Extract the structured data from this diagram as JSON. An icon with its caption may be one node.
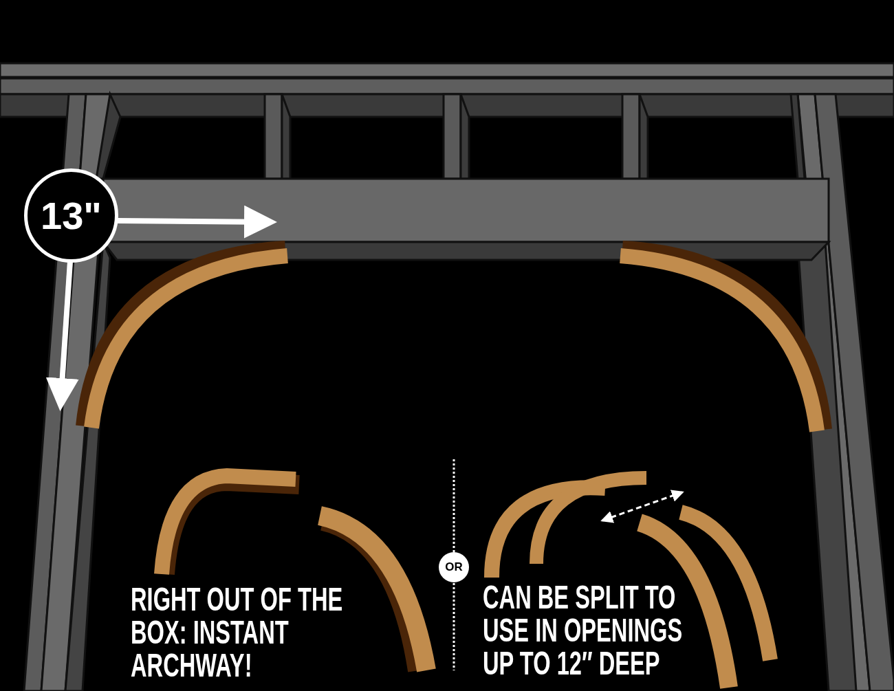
{
  "diagram": {
    "nodes": [
      {
        "text": [
          "13\""
        ]
      },
      {
        "text": [
          "OR"
        ]
      }
    ],
    "labels": [
      "RIGHT OUT OF THE BOX: INSTANT ARCHWAY!",
      "CAN BE SPLIT TO USE IN OPENINGS UP TO 12″ DEEP"
    ]
  }
}
